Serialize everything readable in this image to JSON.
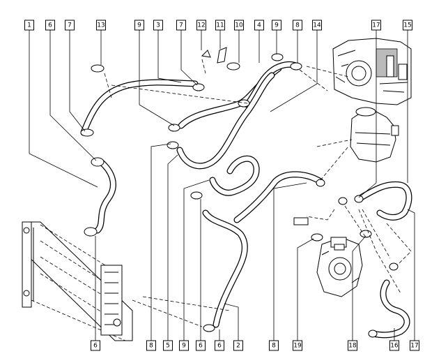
{
  "callouts": [
    {
      "label": "1"
    },
    {
      "label": "6"
    },
    {
      "label": "7"
    },
    {
      "label": "13"
    },
    {
      "label": "9"
    },
    {
      "label": "3"
    },
    {
      "label": "7"
    },
    {
      "label": "12"
    },
    {
      "label": "11"
    },
    {
      "label": "10"
    },
    {
      "label": "4"
    },
    {
      "label": "9"
    },
    {
      "label": "8"
    },
    {
      "label": "14"
    },
    {
      "label": "17"
    },
    {
      "label": "15"
    },
    {
      "label": "6"
    },
    {
      "label": "8"
    },
    {
      "label": "5"
    },
    {
      "label": "9"
    },
    {
      "label": "6"
    },
    {
      "label": "6"
    },
    {
      "label": "2"
    },
    {
      "label": "8"
    },
    {
      "label": "19"
    },
    {
      "label": "18"
    },
    {
      "label": "16"
    },
    {
      "label": "17"
    }
  ]
}
